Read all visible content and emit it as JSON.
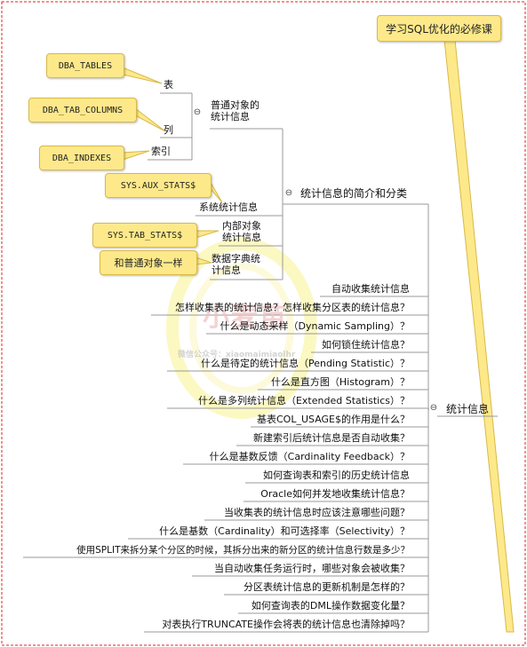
{
  "callouts": {
    "top": "学习SQL优化的必修课",
    "dba_tables": "DBA_TABLES",
    "dba_tab_columns": "DBA_TAB_COLUMNS",
    "dba_indexes": "DBA_INDEXES",
    "aux_stats": "SYS.AUX_STATS$",
    "tab_stats": "SYS.TAB_STATS$",
    "same_as_normal": "和普通对象一样"
  },
  "nodes": {
    "root": "统计信息",
    "intro": "统计信息的简介和分类",
    "normal_obj": "普通对象的\n统计信息",
    "table": "表",
    "column": "列",
    "index": "索引",
    "system": "系统统计信息",
    "internal": "内部对象\n统计信息",
    "dict": "数据字典统\n计信息"
  },
  "questions": [
    "自动收集统计信息",
    "怎样收集表的统计信息？怎样收集分区表的统计信息？",
    "什么是动态采样（Dynamic Sampling）？",
    "如何锁住统计信息？",
    "什么是待定的统计信息（Pending Statistic）？",
    "什么是直方图（Histogram）？",
    "什么是多列统计信息（Extended Statistics）？",
    "基表COL_USAGE$的作用是什么？",
    "新建索引后统计信息是否自动收集？",
    "什么是基数反馈（Cardinality Feedback）？",
    "如何查询表和索引的历史统计信息",
    "Oracle如何并发地收集统计信息？",
    "当收集表的统计信息时应该注意哪些问题？",
    "什么是基数（Cardinality）和可选择率（Selectivity）？",
    "使用SPLIT来拆分某个分区的时候，其拆分出来的新分区的统计信息行数是多少？",
    "当自动收集任务运行时，哪些对象会被收集？",
    "分区表统计信息的更新机制是怎样的？",
    "如何查询表的DML操作数据变化量？",
    "对表执行TRUNCATE操作会将表的统计信息也清除掉吗？"
  ],
  "toggle_symbol": "⊖",
  "watermark": {
    "main": "小麦苗",
    "sub": "微信公众号：xiaomaimiaolhr"
  },
  "colors": {
    "callout_fill": "#fde98a",
    "line": "#999999",
    "border_dash": "#e02020"
  }
}
